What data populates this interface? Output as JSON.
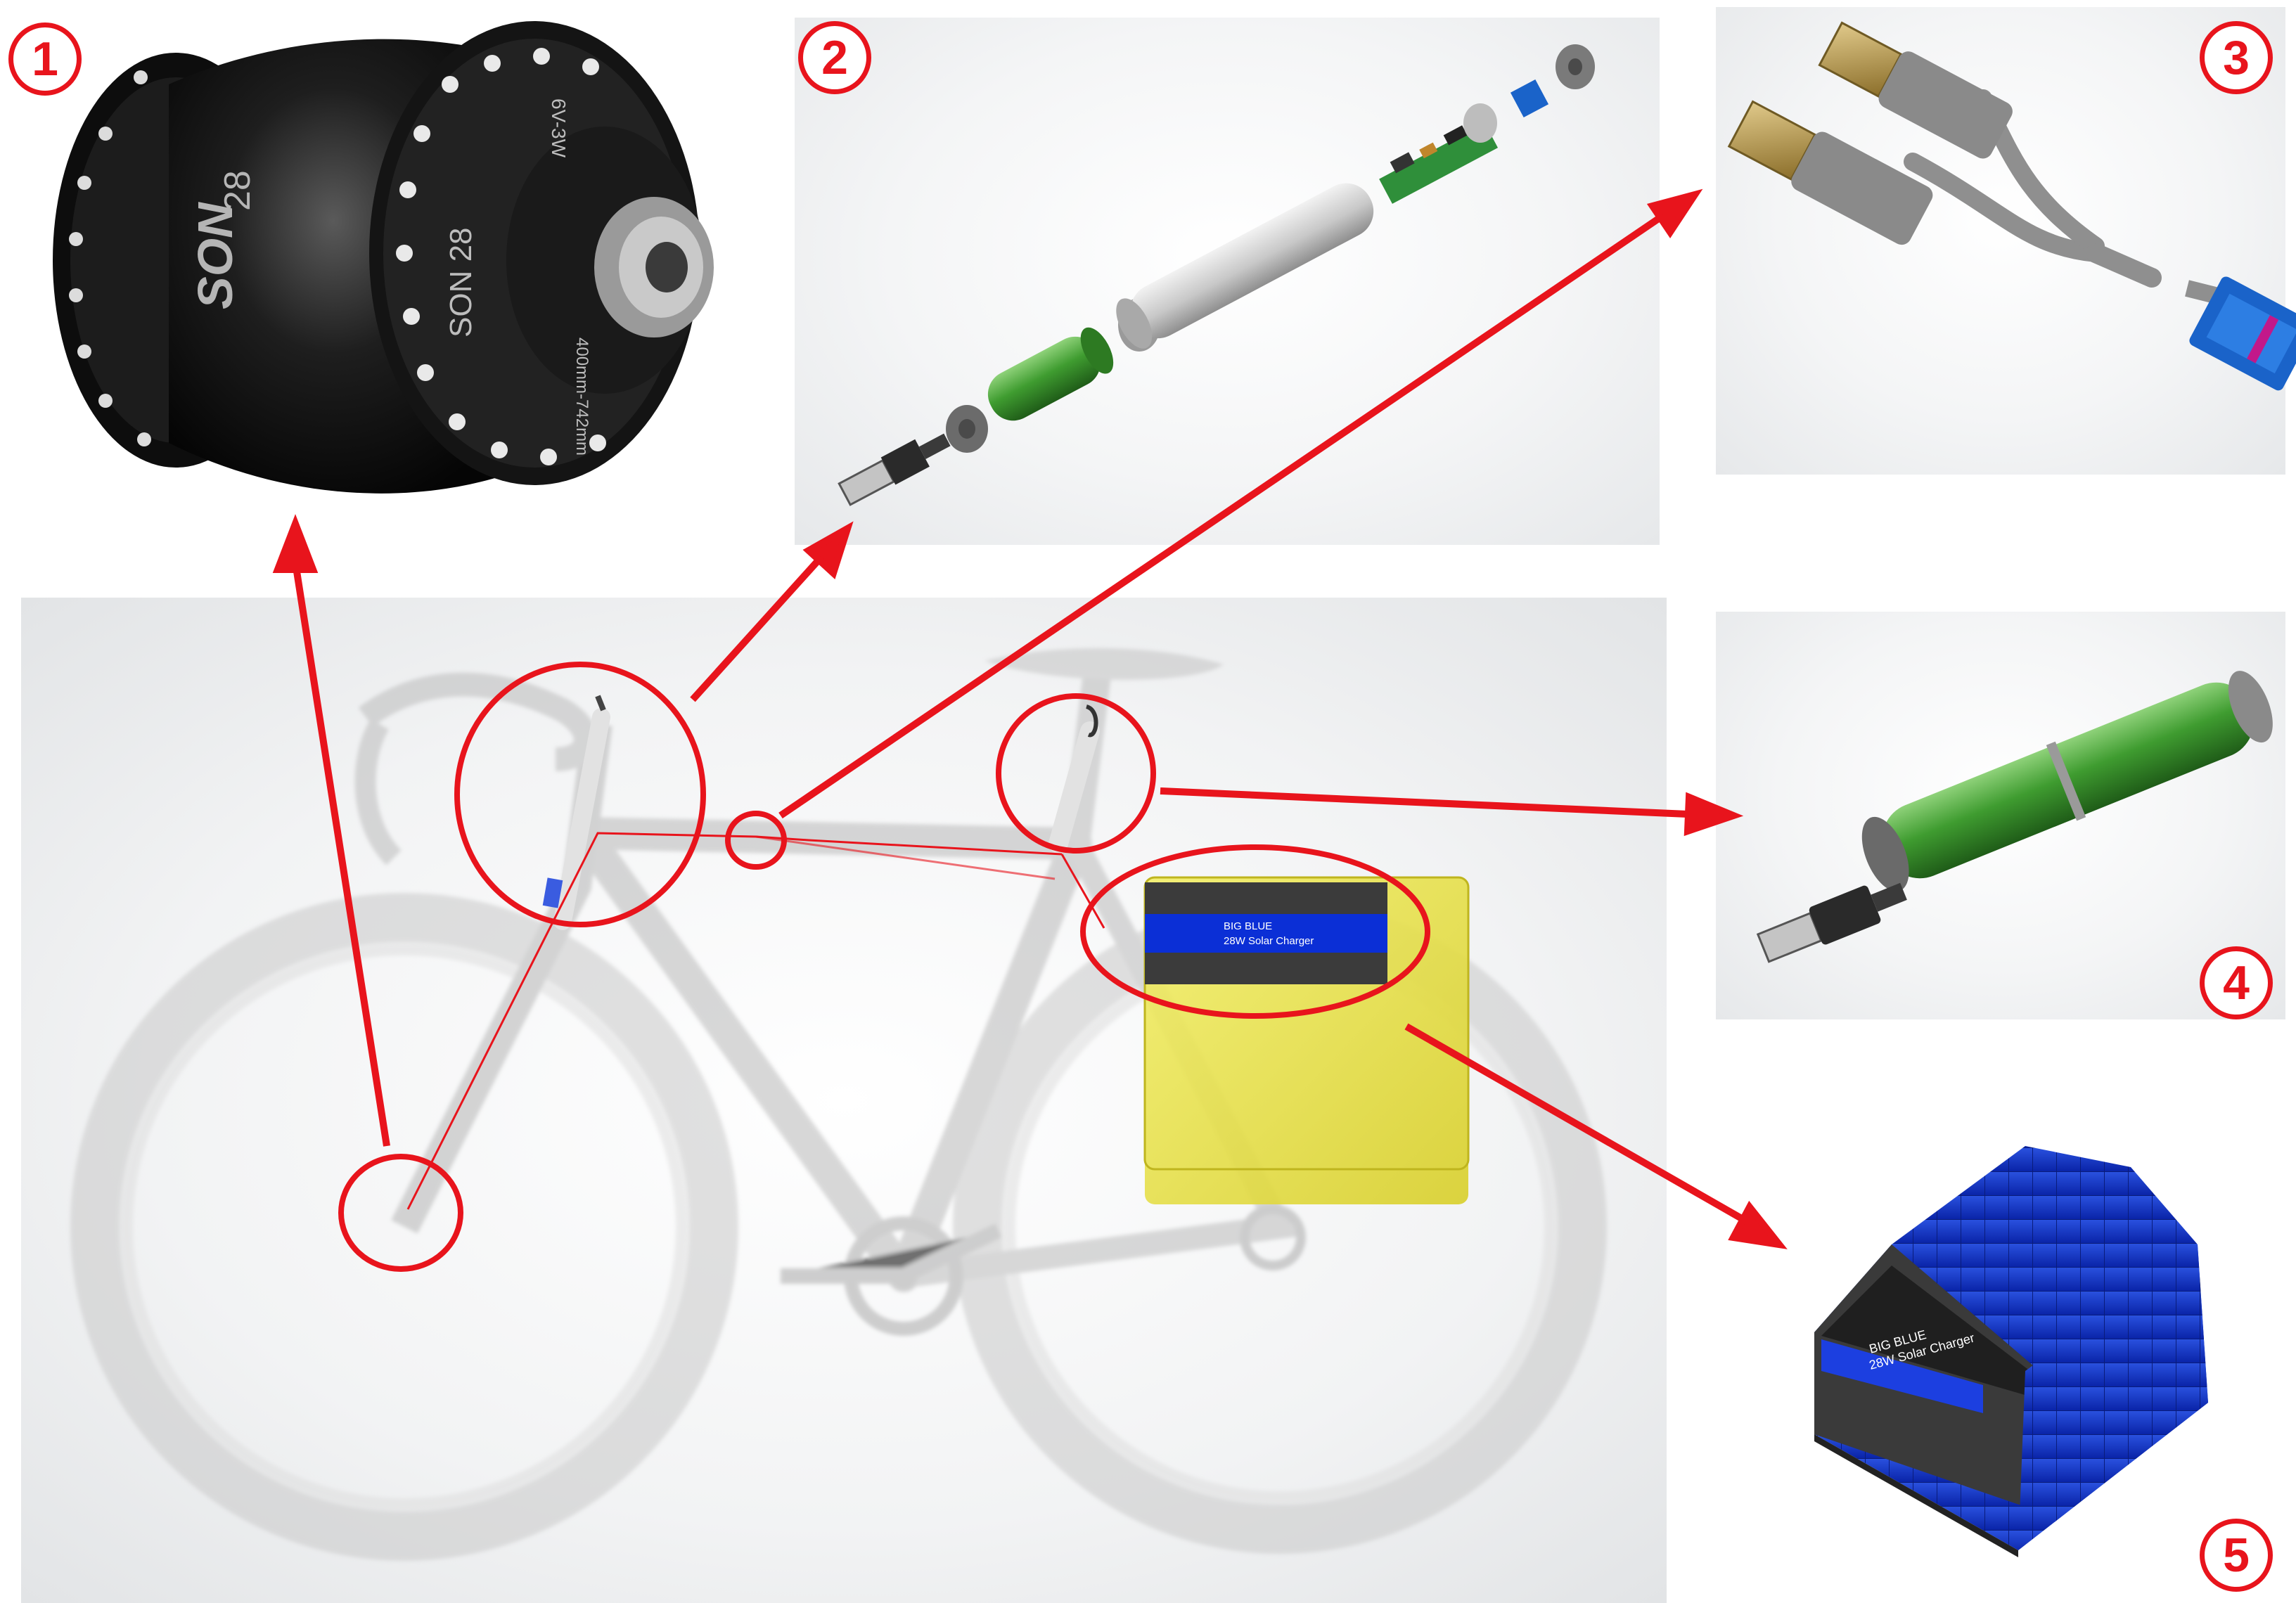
{
  "callouts": {
    "hub": "1",
    "tube_assembly": "2",
    "usb_cable": "3",
    "battery_pack": "4",
    "panel_cover": "5"
  },
  "charger_label": {
    "line1": "BIG BLUE",
    "line2": "28W Solar Charger"
  },
  "hub_text": {
    "brand": "SON",
    "model": "SON 28",
    "model_large": "28",
    "rating": "6V-3W",
    "spacing": "400mm-742mm"
  },
  "colors": {
    "callout_red": "#e8141c",
    "charger_yellow": "#e9e33a",
    "charger_blue": "#0b2fd6",
    "battery_green": "#3f9c30",
    "connector_blue": "#1a63c9",
    "usb_gold": "#b89a4e"
  }
}
